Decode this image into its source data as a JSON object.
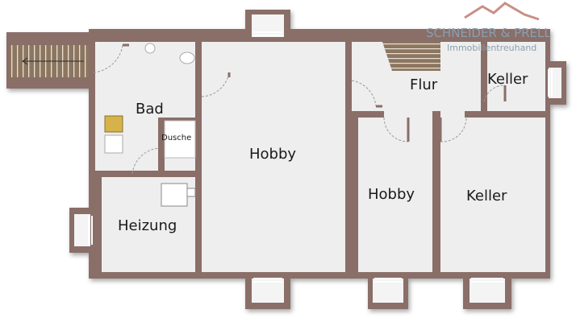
{
  "logo": {
    "company": "SCHNEIDER & PRELL",
    "tagline": "Immobilientreuhand",
    "text_color": "#8a9fb0",
    "mountain_color": "#c98f86"
  },
  "rooms": {
    "bad": "Bad",
    "dusche": "Dusche",
    "heizung": "Heizung",
    "hobby_main": "Hobby",
    "flur": "Flur",
    "keller_small": "Keller",
    "hobby_small": "Hobby",
    "keller_big": "Keller"
  },
  "colors": {
    "wall": "#8a6e68",
    "floor": "#eeeeee",
    "stair": "#8c7660",
    "door_swing": "#9a9a9a"
  }
}
